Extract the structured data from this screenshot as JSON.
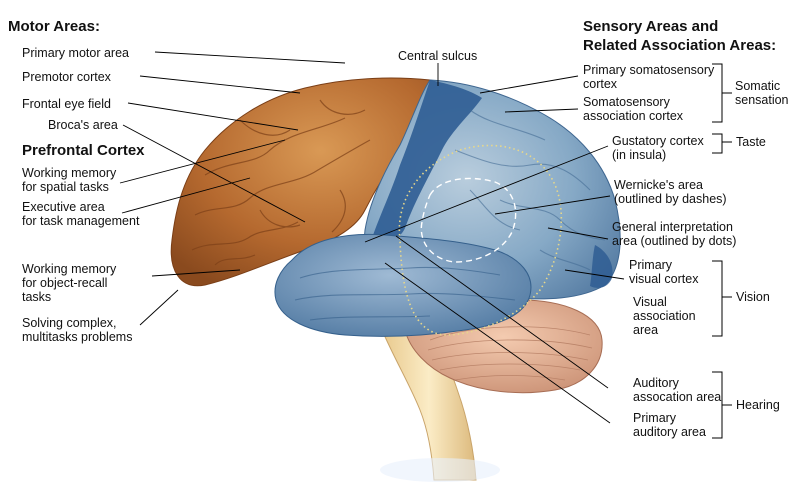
{
  "left": {
    "motor_heading": "Motor Areas:",
    "motor_labels": [
      "Primary motor area",
      "Premotor cortex",
      "Frontal eye field",
      "Broca's area"
    ],
    "prefrontal_heading": "Prefrontal Cortex",
    "prefrontal_labels": [
      [
        "Working memory",
        "for spatial tasks"
      ],
      [
        "Executive area",
        "for task management"
      ],
      [
        "Working memory",
        "for object-recall",
        "tasks"
      ],
      [
        "Solving complex,",
        "multitasks problems"
      ]
    ]
  },
  "top": {
    "central_sulcus": "Central sulcus"
  },
  "right": {
    "heading": [
      "Sensory Areas and",
      "Related Association Areas:"
    ],
    "labels": {
      "somatosensory": [
        "Primary somatosensory",
        "cortex"
      ],
      "somatosensory_assoc": [
        "Somatosensory",
        "association cortex"
      ],
      "gustatory": [
        "Gustatory cortex",
        "(in insula)"
      ],
      "wernicke": [
        "Wernicke's area",
        "(outlined by dashes)"
      ],
      "interpretation": [
        "General interpretation",
        "area (outlined by dots)"
      ],
      "visual_primary": [
        "Primary",
        "visual cortex"
      ],
      "visual_assoc": [
        "Visual",
        "association",
        "area"
      ],
      "auditory_assoc": [
        "Auditory",
        "assocation area"
      ],
      "auditory_primary": [
        "Primary",
        "auditory area"
      ]
    },
    "groups": {
      "somatic": [
        "Somatic",
        "sensation"
      ],
      "taste": "Taste",
      "vision": "Vision",
      "hearing": "Hearing"
    }
  },
  "colors": {
    "frontal_lobe": "#b5692f",
    "posterior_cortex": "#7fa6c4",
    "temporal_lobe": "#6f93b6",
    "sensory_strip": "#27558d",
    "cerebellum": "#e8b594",
    "brainstem": "#f0d9a8",
    "leader_line": "#000000"
  }
}
